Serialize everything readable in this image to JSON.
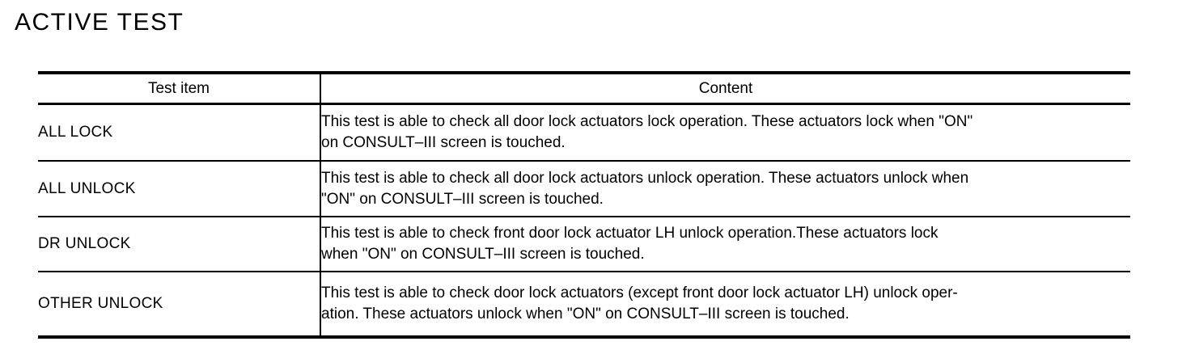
{
  "page": {
    "title": "ACTIVE TEST"
  },
  "table": {
    "headers": {
      "test_item": "Test item",
      "content": "Content"
    },
    "rows": [
      {
        "test_item": "ALL LOCK",
        "content_lines": [
          "This test is able to check all door lock actuators lock operation. These actuators lock when \"ON\"",
          "on CONSULT–III screen is touched."
        ]
      },
      {
        "test_item": "ALL UNLOCK",
        "content_lines": [
          "This test is able to check all door lock actuators unlock operation. These actuators unlock when",
          "\"ON\" on CONSULT–III screen is touched."
        ]
      },
      {
        "test_item": "DR UNLOCK",
        "content_lines": [
          "This test is able to check front door lock actuator LH unlock operation.These actuators lock",
          "when \"ON\" on CONSULT–III screen is touched."
        ]
      },
      {
        "test_item": "OTHER UNLOCK",
        "content_lines": [
          "This test is able to check door lock actuators (except front door lock actuator LH) unlock oper-",
          "ation. These actuators unlock when \"ON\" on CONSULT–III screen is touched."
        ]
      }
    ]
  },
  "colors": {
    "foreground": "#000000",
    "background": "#ffffff"
  }
}
